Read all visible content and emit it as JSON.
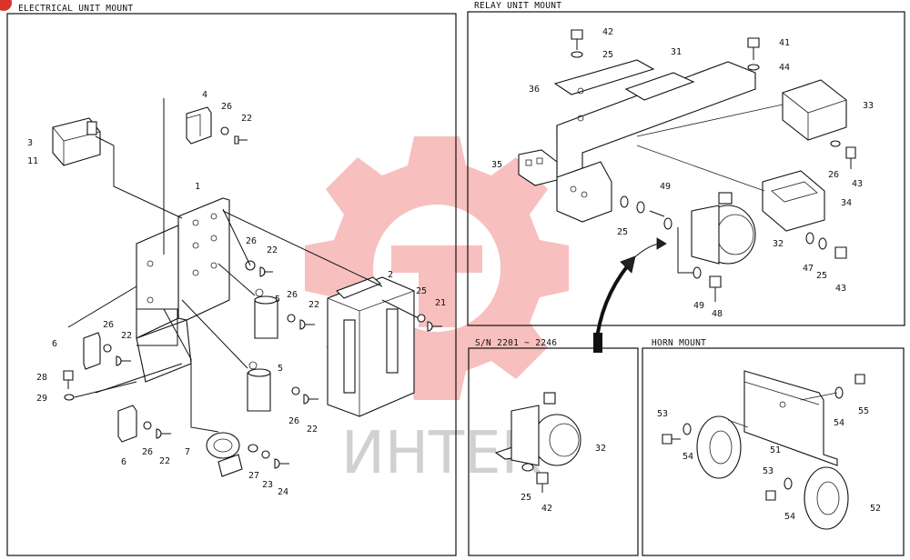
{
  "panels": {
    "electrical": {
      "title": "ELECTRICAL UNIT MOUNT"
    },
    "relay": {
      "title": "RELAY UNIT MOUNT"
    },
    "serial": {
      "title": "S/N 2201 ~ 2246"
    },
    "horn": {
      "title": "HORN MOUNT"
    }
  },
  "watermark": {
    "text": "ИНТЕК",
    "color": "#f28b8b"
  },
  "labels": {
    "electrical": [
      "3",
      "11",
      "4",
      "26",
      "22",
      "1",
      "26",
      "22",
      "2",
      "5",
      "26",
      "22",
      "25",
      "21",
      "6",
      "26",
      "22",
      "28",
      "29",
      "5",
      "26",
      "22",
      "6",
      "26",
      "22",
      "7",
      "27",
      "23",
      "24"
    ],
    "relay": [
      "42",
      "25",
      "31",
      "41",
      "44",
      "36",
      "33",
      "35",
      "26",
      "43",
      "34",
      "49",
      "25",
      "32",
      "47",
      "25",
      "43",
      "49",
      "48"
    ],
    "serial": [
      "32",
      "25",
      "42"
    ],
    "horn": [
      "53",
      "54",
      "55",
      "54",
      "51",
      "53",
      "54",
      "52"
    ]
  }
}
